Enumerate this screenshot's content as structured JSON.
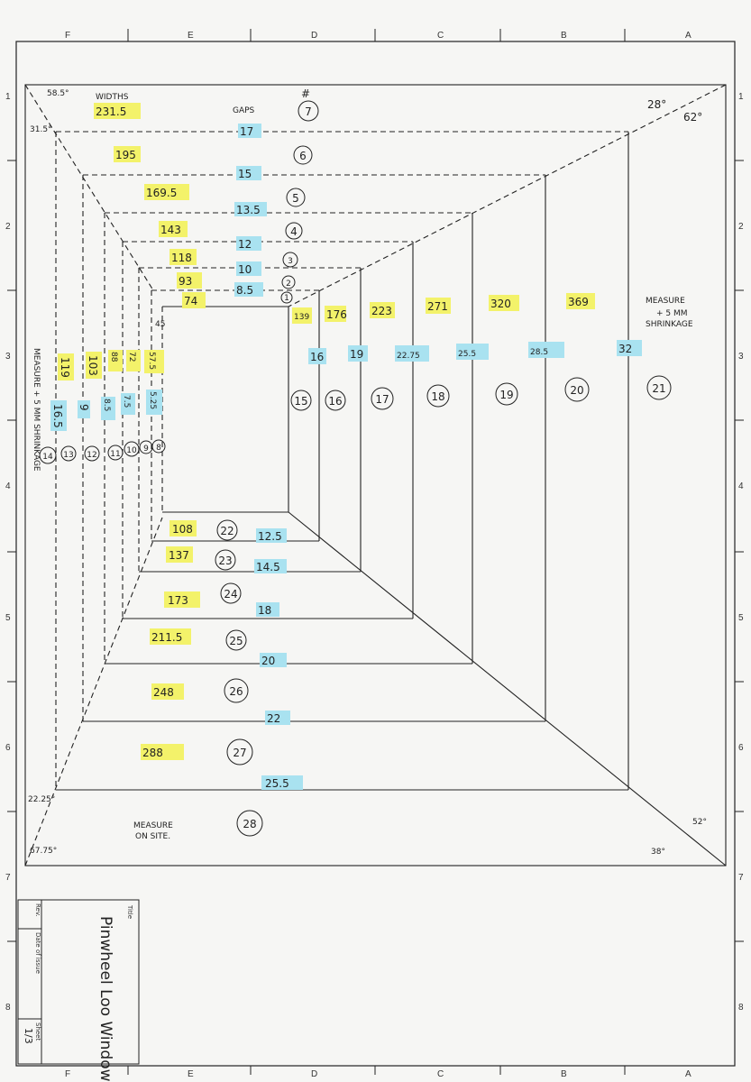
{
  "sheet": {
    "col_letters_top": [
      "F",
      "E",
      "D",
      "C",
      "B",
      "A"
    ],
    "col_letters_bottom": [
      "F",
      "E",
      "D",
      "C",
      "B",
      "A"
    ],
    "row_numbers": [
      "1",
      "2",
      "3",
      "4",
      "5",
      "6",
      "7",
      "8"
    ]
  },
  "title_block": {
    "title_caption": "Title",
    "title": "Pinwheel Loo Window",
    "rev_caption": "Rev.",
    "date_caption": "Date of issue",
    "sheet_caption": "Sheet",
    "sheet_value": "1/3"
  },
  "angles": {
    "top_left_a": "58.5°",
    "top_left_b": "31.5°",
    "top_right_a": "28°",
    "top_right_b": "62°",
    "bottom_left_a": "22.25°",
    "bottom_left_b": "67.75°",
    "bottom_right_a": "52°",
    "bottom_right_b": "38°"
  },
  "notes": {
    "widths": "WIDTHS",
    "gaps": "GAPS",
    "hash": "#",
    "measure_right_1": "MEASURE",
    "measure_right_2": "+ 5 MM",
    "measure_right_3": "SHRINKAGE",
    "measure_left": "MEASURE + 5 MM SHRINKAGE",
    "measure_site_1": "MEASURE",
    "measure_site_2": "ON SITE.",
    "inner_45": "45"
  },
  "top_section": {
    "widths": [
      "231.5",
      "195",
      "169.5",
      "143",
      "118",
      "93",
      "74"
    ],
    "gaps": [
      "17",
      "15",
      "13.5",
      "12",
      "10",
      "8.5"
    ],
    "pieces": [
      "7",
      "6",
      "5",
      "4",
      "3",
      "2",
      "1"
    ]
  },
  "right_section": {
    "widths": [
      "139",
      "176",
      "223",
      "271",
      "320",
      "369"
    ],
    "gaps": [
      "16",
      "19",
      "22.75",
      "25.5",
      "28.5",
      "32"
    ],
    "pieces": [
      "15",
      "16",
      "17",
      "18",
      "19",
      "20",
      "21"
    ]
  },
  "left_section": {
    "widths": [
      "119",
      "103",
      "88",
      "72",
      "57.5"
    ],
    "gaps": [
      "16.5",
      "9",
      "8.5",
      "7.5",
      "5.25"
    ],
    "pieces": [
      "14",
      "13",
      "12",
      "11",
      "10",
      "9",
      "8"
    ]
  },
  "bottom_section": {
    "widths": [
      "108",
      "137",
      "173",
      "211.5",
      "248",
      "288"
    ],
    "gaps": [
      "12.5",
      "14.5",
      "18",
      "20",
      "22",
      "25.5"
    ],
    "pieces": [
      "22",
      "23",
      "24",
      "25",
      "26",
      "27",
      "28"
    ]
  },
  "colors": {
    "highlight_yellow": "#f3f26a",
    "highlight_blue": "#a9e2f0",
    "line": "#222222"
  }
}
